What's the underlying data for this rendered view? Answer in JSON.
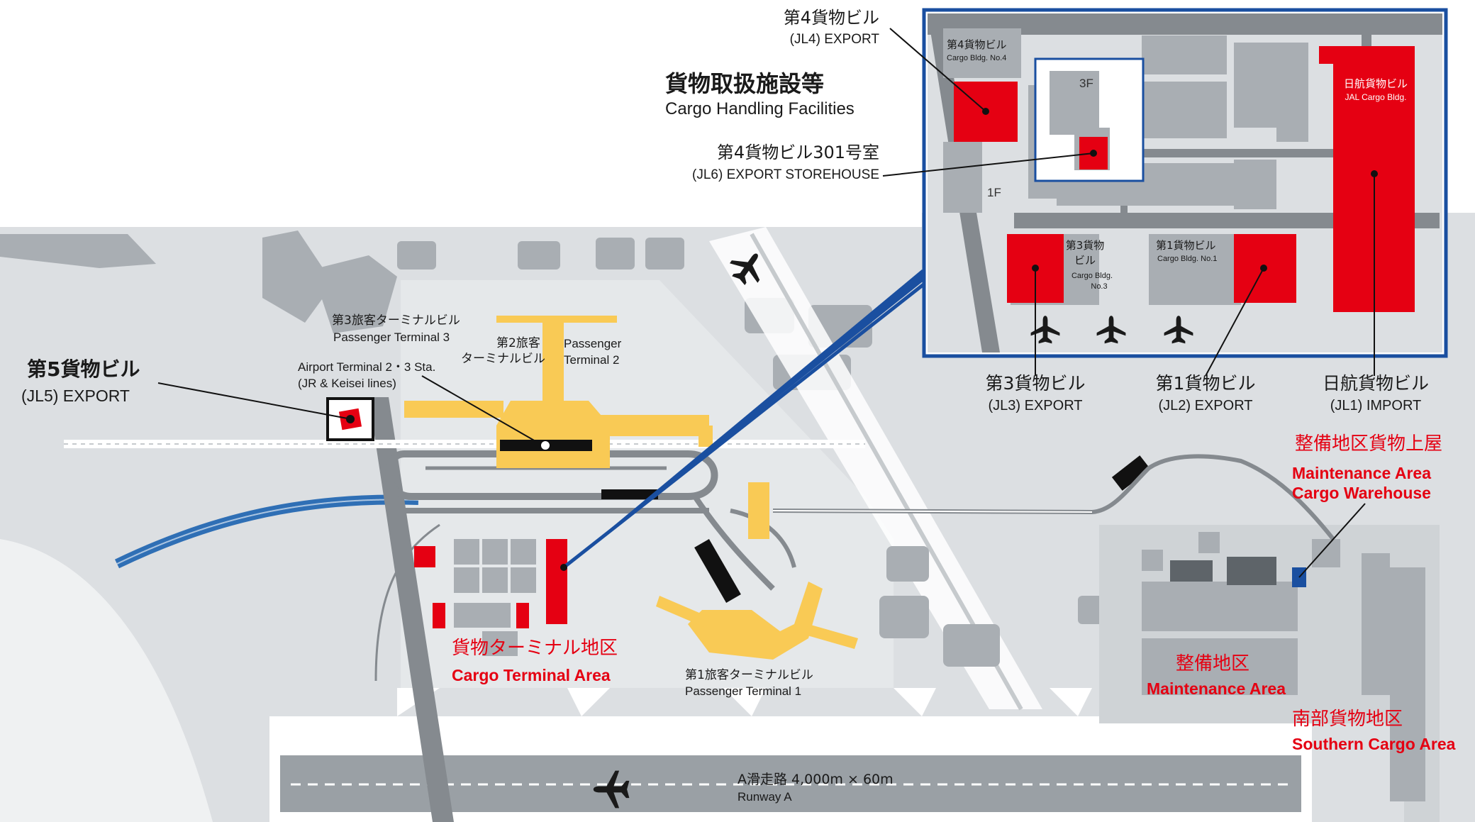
{
  "colors": {
    "ground": "#dcdfe2",
    "building": "#a9aeb3",
    "road": "#858a8f",
    "cargo": "#e50012",
    "terminal": "#f9ca55",
    "rail": "#2f6fb5",
    "highlight": "#1a4fa0"
  },
  "heading": {
    "jp": "貨物取扱施設等",
    "en": "Cargo Handling Facilities"
  },
  "callouts": {
    "cargo4_jp": "第4貨物ビル",
    "cargo4_en": "(JL4) EXPORT",
    "room301_jp": "第4貨物ビル301号室",
    "room301_en": "(JL6) EXPORT STOREHOUSE",
    "cargo5_jp": "第5貨物ビル",
    "cargo5_en": "(JL5) EXPORT",
    "cargo3_jp": "第3貨物ビル",
    "cargo3_en": "(JL3) EXPORT",
    "cargo1_jp": "第1貨物ビル",
    "cargo1_en": "(JL2) EXPORT",
    "jal_jp": "日航貨物ビル",
    "jal_en": "(JL1) IMPORT"
  },
  "inset": {
    "cargo4_jp": "第4貨物ビル",
    "cargo4_en": "Cargo Bldg. No.4",
    "floor3": "3F",
    "floor1": "1F",
    "cargo3_jp_line1": "第3貨物",
    "cargo3_jp_line2": "ビル",
    "cargo3_en_line1": "Cargo Bldg.",
    "cargo3_en_line2": "No.3",
    "cargo1_jp": "第1貨物ビル",
    "cargo1_en": "Cargo Bldg. No.1",
    "jal_jp": "日航貨物ビル",
    "jal_en": "JAL Cargo Bldg.",
    "plane_icon": "airplane-icon"
  },
  "map": {
    "pt3_jp": "第3旅客ターミナルビル",
    "pt3_en": "Passenger Terminal 3",
    "pt2_jp_line1": "第2旅客",
    "pt2_jp_line2": "ターミナルビル",
    "pt2_en_line1": "Passenger",
    "pt2_en_line2": "Terminal 2",
    "station_en_line1": "Airport Terminal 2・3 Sta.",
    "station_en_line2": "(JR & Keisei lines)",
    "pt1_jp": "第1旅客ターミナルビル",
    "pt1_en": "Passenger Terminal 1",
    "cargo_area_jp": "貨物ターミナル地区",
    "cargo_area_en": "Cargo Terminal Area",
    "maint_wh_jp": "整備地区貨物上屋",
    "maint_wh_en_line1": "Maintenance Area",
    "maint_wh_en_line2": "Cargo Warehouse",
    "maint_jp": "整備地区",
    "maint_en": "Maintenance Area",
    "south_jp": "南部貨物地区",
    "south_en": "Southern Cargo Area",
    "runway_jp": "A滑走路 4,000m × 60m",
    "runway_en": "Runway A",
    "plane_icon": "airplane-icon"
  }
}
